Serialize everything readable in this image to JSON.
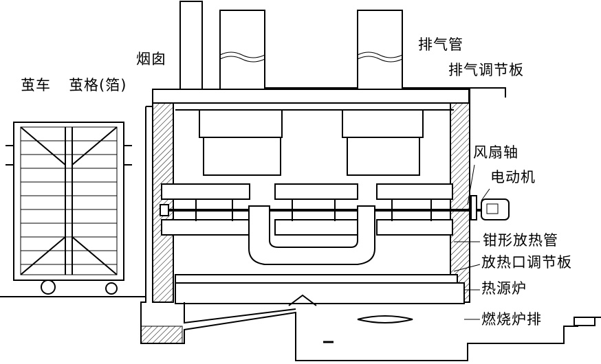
{
  "labels": {
    "chimney": "烟囱",
    "cocoon_cart": "茧车",
    "cocoon_tray": "茧格(箔)",
    "exhaust_pipe": "排气管",
    "exhaust_damper": "排气调节板",
    "fan_shaft": "风扇轴",
    "motor": "电动机",
    "pincer_radiator_pipe": "钳形放热管",
    "heat_vent_damper": "放热口调节板",
    "heat_source_furnace": "热源炉",
    "furnace_grate": "燃烧炉排"
  }
}
